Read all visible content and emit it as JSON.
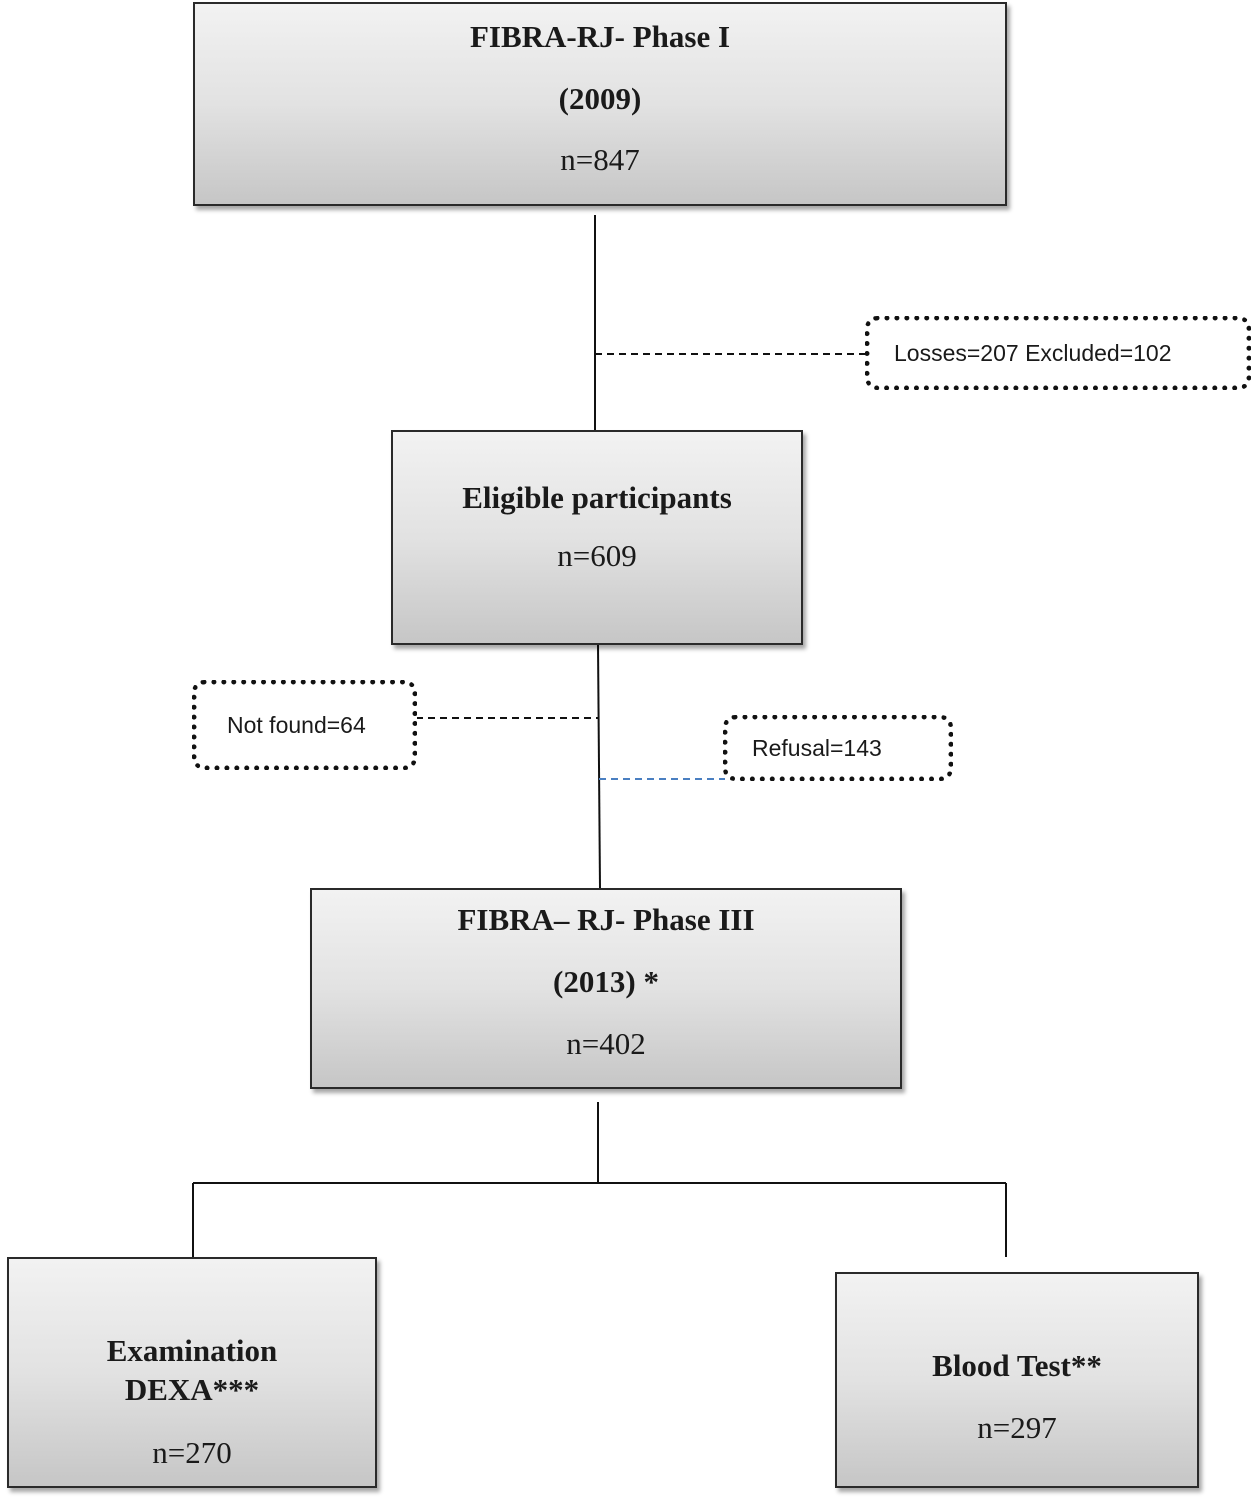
{
  "diagram": {
    "phase1": {
      "title": "FIBRA-RJ- Phase I",
      "year": "(2009)",
      "n": "n=847"
    },
    "losses_note": "Losses=207 Excluded=102",
    "eligible": {
      "title": "Eligible participants",
      "n": "n=609"
    },
    "not_found_note": "Not found=64",
    "refusal_note": "Refusal=143",
    "phase3": {
      "title": "FIBRA– RJ- Phase III",
      "year": "(2013) *",
      "n": "n=402"
    },
    "dexa": {
      "title_line1": "Examination",
      "title_line2": "DEXA***",
      "n": "n=270"
    },
    "blood": {
      "title": "Blood Test**",
      "n": "n=297"
    }
  },
  "colors": {
    "connector": "#111111",
    "refusal_connector": "#4a7fc1"
  }
}
